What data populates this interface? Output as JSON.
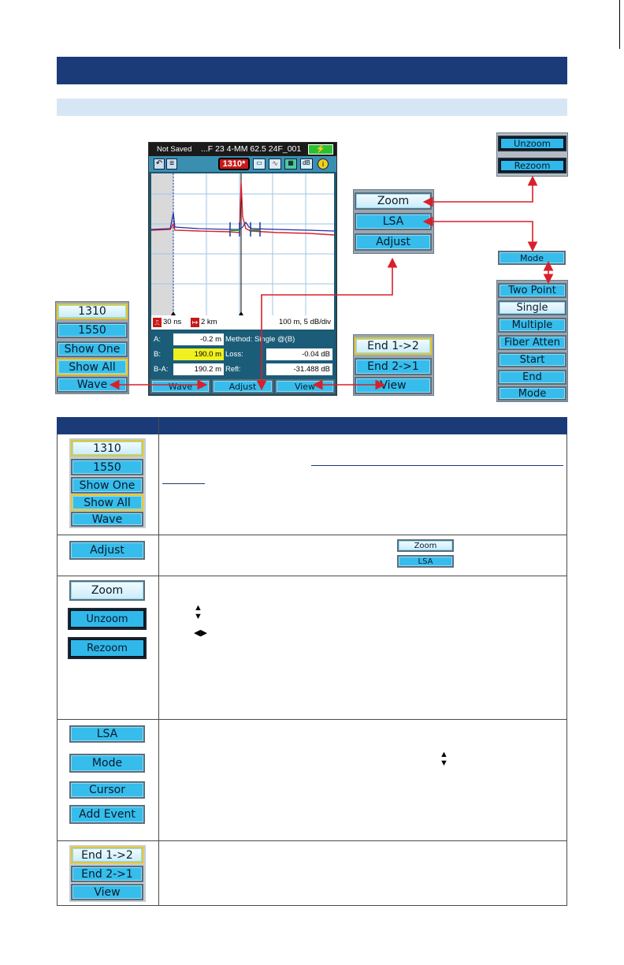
{
  "screen": {
    "status_saved": "Not Saved",
    "status_file": "...F 23 4-MM 62.5 24F_001",
    "wavelength_badge": "1310*",
    "toolbar_icons": [
      "back-icon",
      "menu-icon",
      "event-table-icon",
      "trace-icon",
      "summary-icon",
      "db-icon",
      "info-icon"
    ],
    "db_label": "dB",
    "pulse": "30 ns",
    "range": "2 km",
    "scale": "100 m, 5 dB/div",
    "readouts": {
      "a_label": "A:",
      "a_value": "-0.2 m",
      "b_label": "B:",
      "b_value": "190.0 m",
      "ba_label": "B-A:",
      "ba_value": "190.2 m",
      "method": "Method: Single @(B)",
      "loss_label": "Loss:",
      "loss_value": "-0.04 dB",
      "refl_label": "Refl:",
      "refl_value": "-31.488 dB"
    },
    "softkeys": [
      "Wave",
      "Adjust",
      "View"
    ],
    "colors": {
      "trace_red": "#d8202a",
      "trace_blue": "#2030a0",
      "marker_green": "#20a040",
      "accent": "#36bdec",
      "highlight": "#e8e820"
    }
  },
  "wave_menu": [
    "1310",
    "1550",
    "Show One",
    "Show All",
    "Wave"
  ],
  "adjust_menu": [
    "Zoom",
    "LSA",
    "Adjust"
  ],
  "zoom_menu": [
    "Unzoom",
    "Rezoom"
  ],
  "mode_button": "Mode",
  "mode_menu": [
    "Two Point",
    "Single",
    "Multiple",
    "Fiber Atten",
    "Start",
    "End",
    "Mode"
  ],
  "view_menu": [
    "End 1->2",
    "End 2->1",
    "View"
  ],
  "table": {
    "rows": [
      {
        "buttons": [
          "1310",
          "1550",
          "Show One",
          "Show All",
          "Wave"
        ]
      },
      {
        "buttons": [
          "Adjust"
        ],
        "inline_buttons": [
          "Zoom",
          "LSA"
        ]
      },
      {
        "buttons": [
          "Zoom",
          "Unzoom",
          "Rezoom"
        ]
      },
      {
        "buttons": [
          "LSA",
          "Mode",
          "Cursor",
          "Add Event"
        ]
      },
      {
        "buttons": [
          "End 1->2",
          "End 2->1",
          "View"
        ]
      }
    ]
  }
}
